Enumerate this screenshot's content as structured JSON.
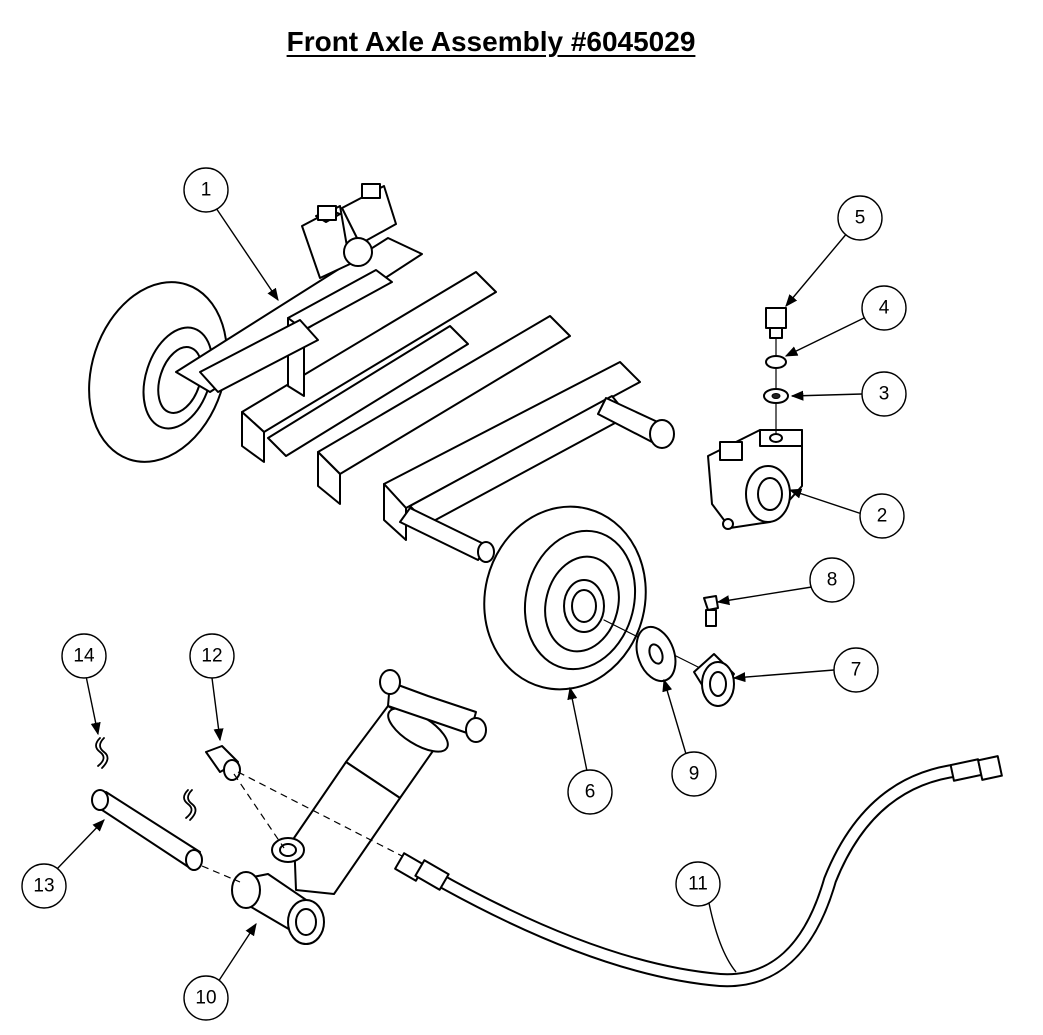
{
  "title": "Front Axle Assembly #6045029",
  "callouts": [
    "1",
    "2",
    "3",
    "4",
    "5",
    "6",
    "7",
    "8",
    "9",
    "10",
    "11",
    "12",
    "13",
    "14"
  ]
}
